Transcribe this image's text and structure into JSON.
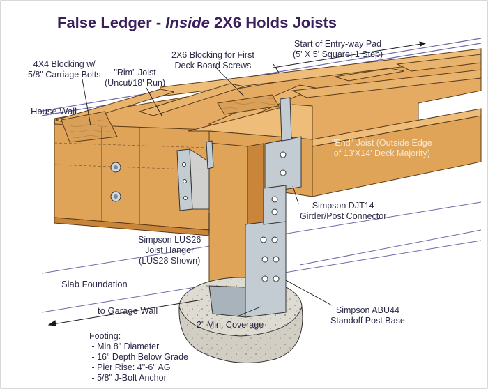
{
  "title": {
    "main": "False Ledger",
    "dash": " - ",
    "emph": "Inside",
    "rest": " 2X6 Holds Joists"
  },
  "labels": {
    "blocking_4x4": "4X4 Blocking w/\n5/8\" Carriage Bolts",
    "blocking_2x6": "2X6 Blocking for First\nDeck Board Screws",
    "rim_joist": "\"Rim\" Joist\n(Uncut/18' Run)",
    "entry_pad": "Start of Entry-way Pad\n(5' X 5' Square; 1 Step)",
    "house_wall": "House Wall",
    "end_joist": "\"End\" Joist (Outside Edge\nof 13'X14' Deck Majority)",
    "djt14": "Simpson DJT14\nGirder/Post Connector",
    "lus26": "Simpson LUS26\nJoist Hanger\n(LUS28 Shown)",
    "slab": "Slab Foundation",
    "garage": "to Garage Wall",
    "abu44": "Simpson ABU44\nStandoff Post Base",
    "coverage": "2\" Min. Coverage",
    "footing": "Footing:\n - Min 8\" Diameter\n - 16\" Depth Below Grade\n - Pier Rise: 4\"-6\" AG\n - 5/8\" J-Bolt Anchor"
  },
  "colors": {
    "wood": "#e0a458",
    "wood_dark": "#c9863a",
    "wood_light": "#eebd79",
    "metal": "#b9c4cc",
    "concrete": "#dedbd2",
    "line": "#6e68a8",
    "text": "#2a2a48",
    "title": "#3a1f5c"
  }
}
